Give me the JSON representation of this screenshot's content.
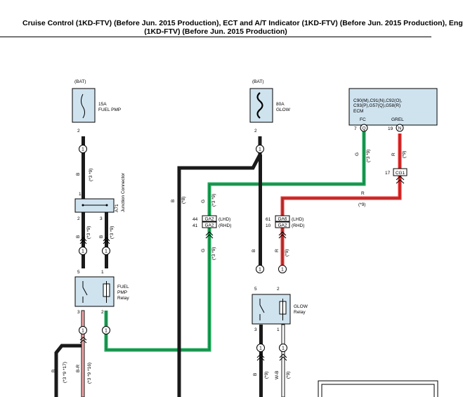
{
  "title": {
    "line1": "Cruise Control (1KD-FTV) (Before Jun. 2015 Production), ECT and A/T Indicator (1KD-FTV) (Before Jun. 2015 Production), Eng",
    "line2": "(1KD-FTV) (Before Jun. 2015 Production)"
  },
  "colors": {
    "black": "#1a1a1a",
    "green": "#1fa85a",
    "red": "#e03030",
    "pink": "#f4a6a6",
    "component_fill": "#cfe3ef"
  },
  "fuse_fuelpmp": {
    "source": "(BAT)",
    "rating": "15A",
    "name": "FUEL PMP",
    "pin_out": "2"
  },
  "fuse_glow": {
    "source": "(BAT)",
    "rating": "80A",
    "name": "GLOW",
    "pin_out": "2"
  },
  "ecm": {
    "connectors_l1": "C90(M),C91(N),C92(O),",
    "connectors_l2": "C93(P),G57(Q),G58(R)",
    "name": "ECM",
    "pin_fc_label": "FC",
    "pin_grel_label": "GREL",
    "pin_fc_num": "7",
    "pin_fc_letter": "Q",
    "pin_grel_num": "19",
    "pin_grel_letter": "N"
  },
  "junction": {
    "id": "A71",
    "name": "Junction Connector",
    "pin1": "1",
    "pin2": "2",
    "pin3": "3"
  },
  "fuel_relay": {
    "name_l1": "FUEL",
    "name_l2": "PMP",
    "name_l3": "Relay",
    "pin5": "5",
    "pin1": "1",
    "pin3": "3",
    "pin2": "2"
  },
  "glow_relay": {
    "name_l1": "GLOW",
    "name_l2": "Relay",
    "pin5": "5",
    "pin2": "2",
    "pin3": "3",
    "pin1": "1"
  },
  "conn_ga2": {
    "pin_lhd": "44",
    "pin_rhd": "41",
    "name": "GA2",
    "lhd": "(LHD)",
    "rhd": "(RHD)"
  },
  "conn_ga6": {
    "pin_lhd": "61",
    "pin_rhd": "10",
    "name_lhd": "GA6",
    "name_rhd": "GA2",
    "lhd": "(LHD)",
    "rhd": "(RHD)"
  },
  "conn_cg1": {
    "pin": "17",
    "name": "CG1"
  },
  "splice": {
    "label": "1"
  },
  "wire_labels": {
    "b": "B",
    "g": "G",
    "r": "R",
    "br": "B-R",
    "wb": "W-B",
    "n39": "(*3 *9)",
    "n3917": "(*3 *9 *17)",
    "n3916": "(*3 *9 *16)",
    "n9": "(*9)",
    "n8": "(*8)"
  }
}
